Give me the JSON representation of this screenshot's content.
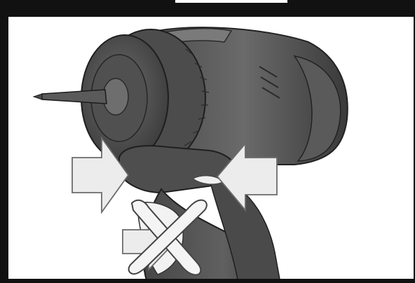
{
  "figure": {
    "description_visible_text": "",
    "callouts": [
      {
        "id": "arrow-left",
        "direction": "right"
      },
      {
        "id": "arrow-right",
        "direction": "left"
      },
      {
        "id": "arrow-lower-left",
        "direction": "right"
      }
    ],
    "prohibited_mark": {
      "symbol": "X"
    }
  },
  "colors": {
    "frame_black": "#111111",
    "tool_body_dark": "#3a3a3a",
    "tool_body_mid": "#5a5a5a",
    "tool_body_light": "#7a7a7a",
    "arrow_fill": "#ececec",
    "arrow_stroke": "#6b6b6b",
    "x_mark_fill": "#f4f4f4",
    "x_mark_stroke": "#444444"
  }
}
